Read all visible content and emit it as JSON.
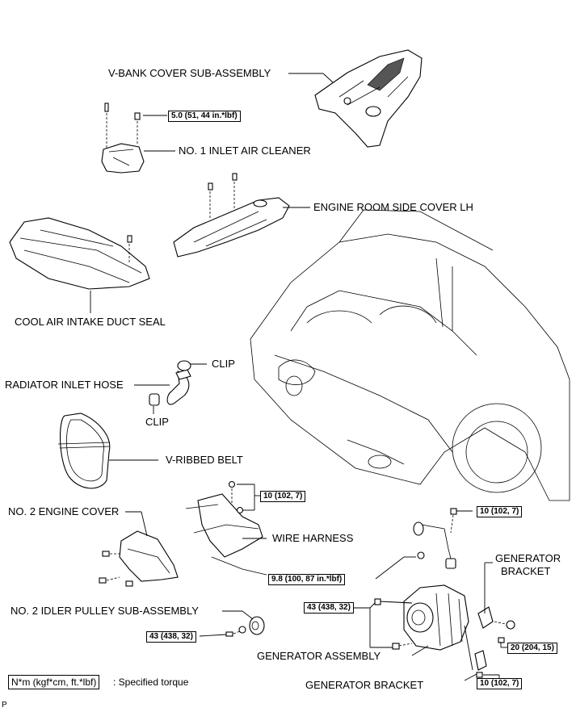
{
  "labels": {
    "v_bank_cover": "V-BANK COVER SUB-ASSEMBLY",
    "inlet_air_cleaner": "NO. 1 INLET AIR CLEANER",
    "engine_room_side_cover": "ENGINE ROOM SIDE COVER LH",
    "cool_air_intake_duct_seal": "COOL AIR INTAKE DUCT SEAL",
    "clip_top": "CLIP",
    "radiator_inlet_hose": "RADIATOR INLET HOSE",
    "clip_bottom": "CLIP",
    "v_ribbed_belt": "V-RIBBED BELT",
    "no2_engine_cover": "NO. 2 ENGINE COVER",
    "wire_harness": "WIRE HARNESS",
    "generator_bracket_right_line1": "GENERATOR",
    "generator_bracket_right_line2": "BRACKET",
    "idler_pulley": "NO. 2 IDLER PULLEY SUB-ASSEMBLY",
    "generator_assembly": "GENERATOR ASSEMBLY",
    "generator_bracket_bottom": "GENERATOR BRACKET"
  },
  "torques": {
    "inlet_air_cleaner_bolt": "5.0 (51, 44 in.*lbf)",
    "wire_harness_nut": "10 (102, 7)",
    "generator_top_bolt": "10 (102, 7)",
    "terminal_nut": "9.8 (100, 87 in.*lbf)",
    "generator_bolts": "43 (438, 32)",
    "idler_pulley_bolt": "43 (438, 32)",
    "bracket_bolt": "20 (204, 15)",
    "bracket_bottom_bolt": "10 (102, 7)"
  },
  "legend": {
    "unit_box": "N*m (kgf*cm, ft.*lbf)",
    "caption": ": Specified torque"
  },
  "corner_mark": "P"
}
